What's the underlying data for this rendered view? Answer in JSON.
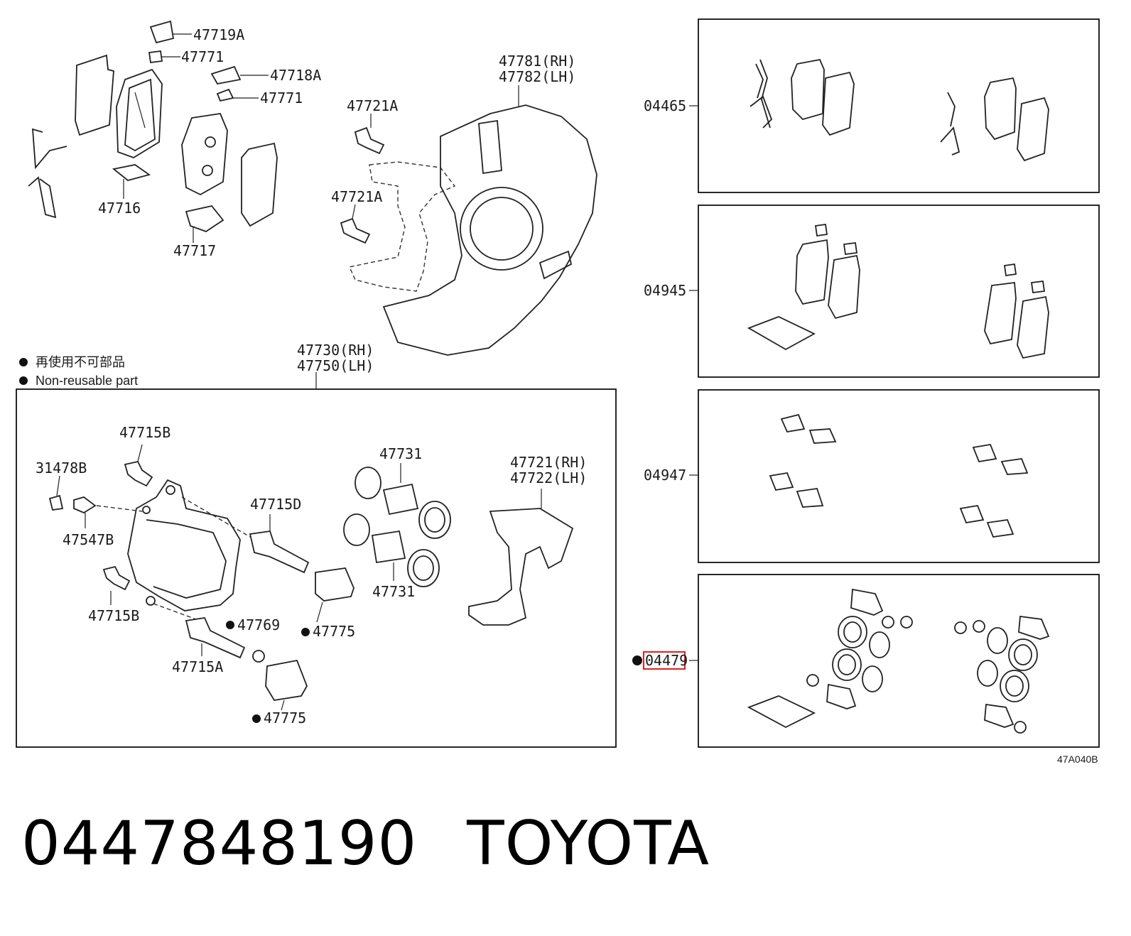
{
  "diagram": {
    "legend": {
      "japanese": "再使用不可部品",
      "english": "Non-reusable part"
    },
    "figure_ref": "47A040B",
    "labels": {
      "p47719A": "47719A",
      "p47771a": "47771",
      "p47718A": "47718A",
      "p47771b": "47771",
      "p47716": "47716",
      "p47717": "47717",
      "p47721A_top": "47721A",
      "p47721A_mid": "47721A",
      "p47781": "47781(RH)",
      "p47782": "47782(LH)",
      "p47730": "47730(RH)",
      "p47750": "47750(LH)",
      "p47715B_top": "47715B",
      "p31478B": "31478B",
      "p47547B": "47547B",
      "p47715B_bot": "47715B",
      "p47715D": "47715D",
      "p47715A": "47715A",
      "p47769": "47769",
      "p47775_mid": "47775",
      "p47775_bot": "47775",
      "p47731_top": "47731",
      "p47731_bot": "47731",
      "p47721": "47721(RH)",
      "p47722": "47722(LH)"
    },
    "kits": [
      {
        "code": "04465",
        "highlighted": false,
        "non_reusable": false
      },
      {
        "code": "04945",
        "highlighted": false,
        "non_reusable": false
      },
      {
        "code": "04947",
        "highlighted": false,
        "non_reusable": false
      },
      {
        "code": "04479",
        "highlighted": true,
        "non_reusable": true
      }
    ]
  },
  "footer": {
    "part_number": "0447848190",
    "brand": "TOYOTA"
  },
  "colors": {
    "highlight": "#e02020",
    "line": "#222222"
  }
}
